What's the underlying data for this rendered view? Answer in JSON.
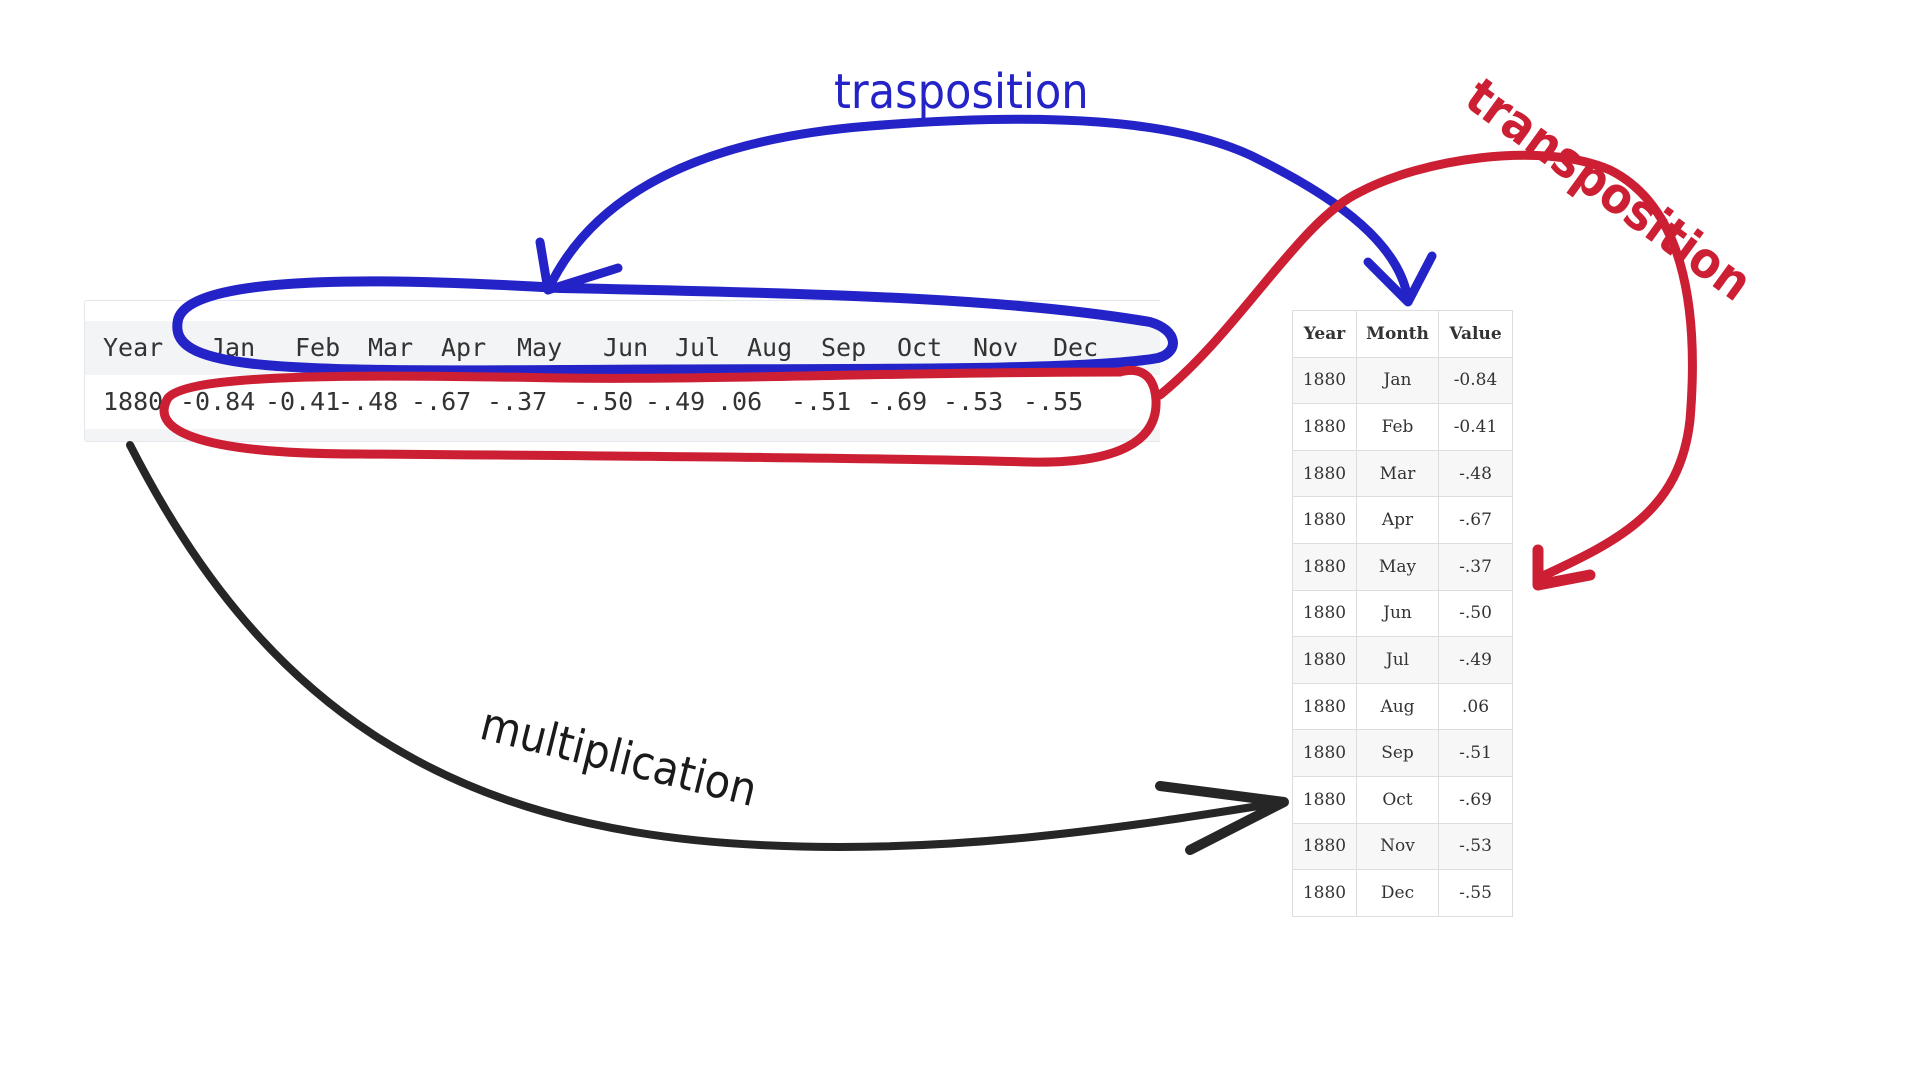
{
  "wide_table": {
    "headers": [
      "Year",
      "Jan",
      "Feb",
      "Mar",
      "Apr",
      "May",
      "Jun",
      "Jul",
      "Aug",
      "Sep",
      "Oct",
      "Nov",
      "Dec"
    ],
    "row": [
      "1880",
      "-0.84",
      "-0.41",
      "-.48",
      "-.67",
      "-.37",
      "-.50",
      "-.49",
      ".06",
      "-.51",
      "-.69",
      "-.53",
      "-.55"
    ]
  },
  "tall_table": {
    "headers": [
      "Year",
      "Month",
      "Value"
    ],
    "rows": [
      [
        "1880",
        "Jan",
        "-0.84"
      ],
      [
        "1880",
        "Feb",
        "-0.41"
      ],
      [
        "1880",
        "Mar",
        "-.48"
      ],
      [
        "1880",
        "Apr",
        "-.67"
      ],
      [
        "1880",
        "May",
        "-.37"
      ],
      [
        "1880",
        "Jun",
        "-.50"
      ],
      [
        "1880",
        "Jul",
        "-.49"
      ],
      [
        "1880",
        "Aug",
        ".06"
      ],
      [
        "1880",
        "Sep",
        "-.51"
      ],
      [
        "1880",
        "Oct",
        "-.69"
      ],
      [
        "1880",
        "Nov",
        "-.53"
      ],
      [
        "1880",
        "Dec",
        "-.55"
      ]
    ]
  },
  "annotations": {
    "blue_label": "trasposition",
    "red_label": "transposition",
    "black_label": "multiplication",
    "colors": {
      "blue": "#2323c8",
      "red": "#cc1f33",
      "black": "#262626"
    }
  }
}
